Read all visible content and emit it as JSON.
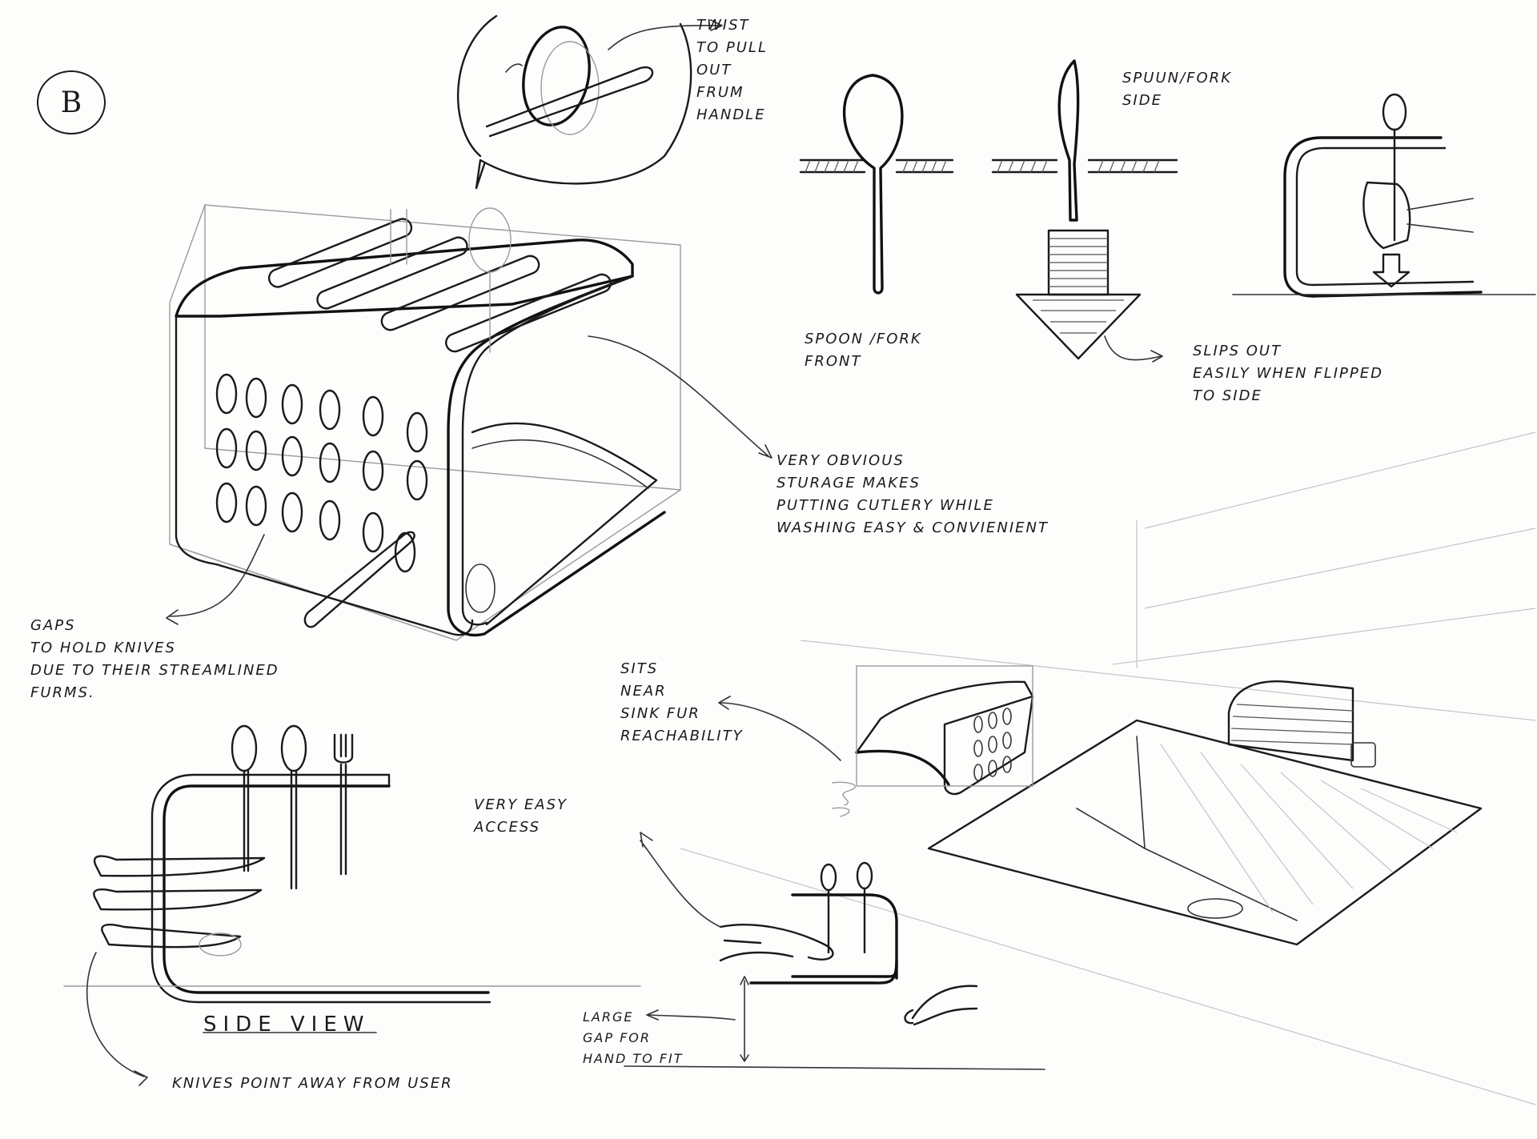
{
  "sheet": {
    "option_label": "B",
    "background": "#fdfdfc",
    "ink_color": "#1a1a1a"
  },
  "notes": {
    "twist": "TWIST\nTO PULL\nOUT\nFRUM\nHANDLE",
    "spoon_side": "SPUUN/FORK\nSIDE",
    "spoon_front": "SPOON /FORK\nFRONT",
    "slips_out": "SLIPS OUT\nEASILY WHEN FLIPPED\nTO SIDE",
    "storage": "VERY OBVIOUS\nSTURAGE MAKES\nPUTTING CUTLERY WHILE\nWASHING EASY & CONVIENIENT",
    "gaps": "GAPS\nTO HOLD KNIVES\nDUE TO THEIR STREAMLINED\nFURMS.",
    "sits_near": "SITS\nNEAR\nSINK FUR\nREACHABILITY",
    "easy_access": "VERY EASY\nACCESS",
    "large_gap": "LARGE\nGAP FOR\nHAND TO FIT",
    "side_view": "SIDE VIEW",
    "knives_point": "KNIVES POINT AWAY FROM USER"
  }
}
